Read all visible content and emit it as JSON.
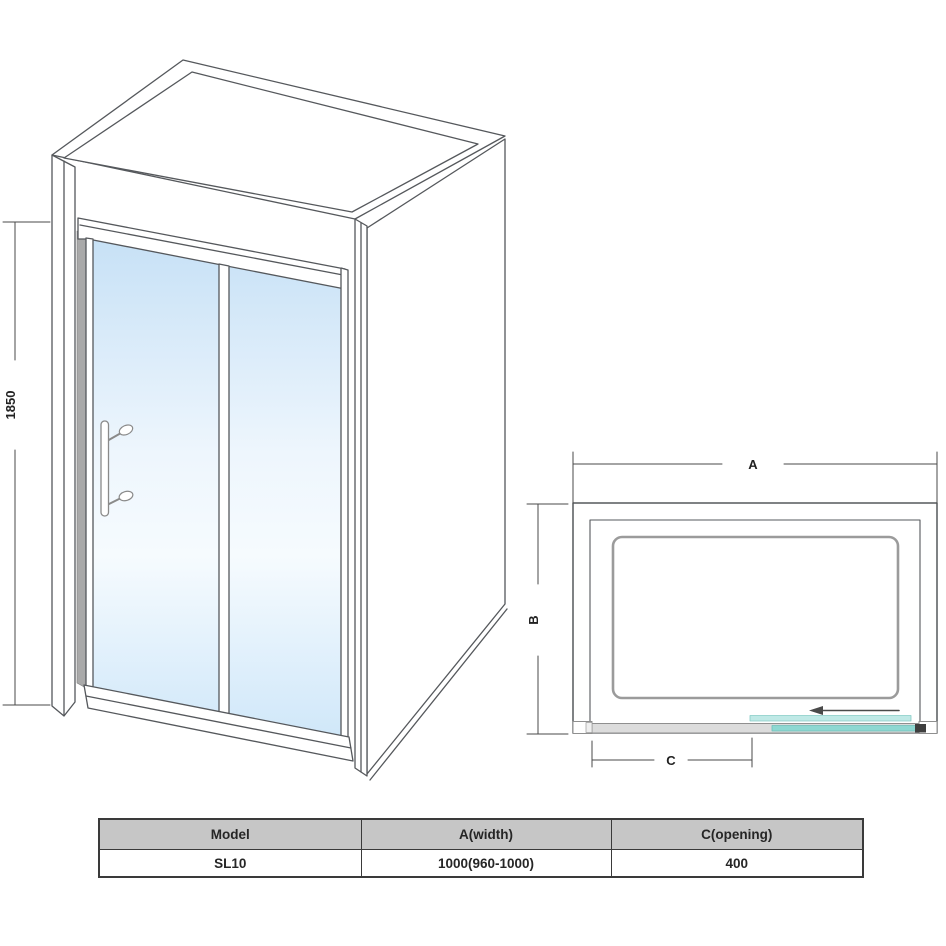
{
  "front_view": {
    "height_dimension": "1850"
  },
  "top_view": {
    "width_dimension_label": "A",
    "depth_dimension_label": "B",
    "opening_dimension_label": "C"
  },
  "spec_table": {
    "headers": [
      "Model",
      "A(width)",
      "C(opening)"
    ],
    "rows": [
      [
        "SL10",
        "1000(960-1000)",
        "400"
      ]
    ]
  },
  "colors": {
    "line_gray": "#55585c",
    "glass_blue_top": "#c7e1f6",
    "glass_blue_light": "#f3fafe",
    "panel_teal": "#8ed8d2",
    "panel_teal_light": "#bfe9e6",
    "track_gray": "#dcdcdc",
    "table_header_bg": "#c6c6c6"
  }
}
